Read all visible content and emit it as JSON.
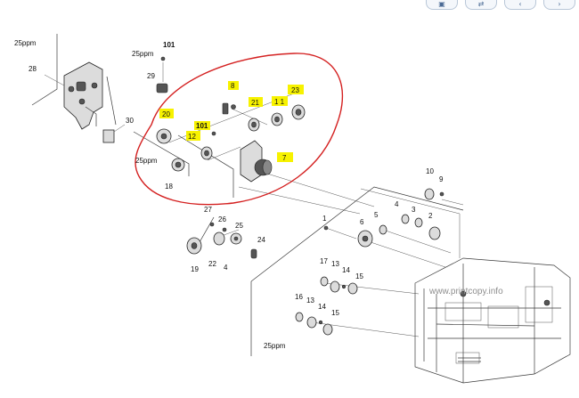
{
  "toolbar": {
    "buttons": [
      {
        "name": "view-button",
        "icon": "image-icon",
        "glyph": "▣"
      },
      {
        "name": "share-button",
        "icon": "share-icon",
        "glyph": "⇄"
      },
      {
        "name": "prev-button",
        "icon": "chevron-left-icon",
        "glyph": "‹"
      },
      {
        "name": "next-button",
        "icon": "chevron-right-icon",
        "glyph": "›"
      }
    ]
  },
  "notes": {
    "ppm_top_left": "25ppm",
    "ppm_top_mid": "25ppm",
    "ppm_mid_left": "25ppm",
    "ppm_bottom": "25ppm"
  },
  "watermark": "www.printcopy.info",
  "highlight_color": "#f7f200",
  "circle_color": "#d42020",
  "labels": {
    "l101a": "101",
    "l28": "28",
    "l29": "29",
    "l30": "30",
    "l8": "8",
    "l23": "23",
    "l21": "21",
    "l11": "1 1",
    "l20": "20",
    "l101b": "101",
    "l12": "12",
    "l7": "7",
    "l18": "18",
    "l10": "10",
    "l9": "9",
    "l4a": "4",
    "l3": "3",
    "l2": "2",
    "l5": "5",
    "l6": "6",
    "l1": "1",
    "l27": "27",
    "l26": "26",
    "l25": "25",
    "l24": "24",
    "l19": "19",
    "l22": "22",
    "l4b": "4",
    "l17": "17",
    "l13a": "13",
    "l14a": "14",
    "l15a": "15",
    "l16": "16",
    "l13b": "13",
    "l14b": "14",
    "l15b": "15"
  }
}
